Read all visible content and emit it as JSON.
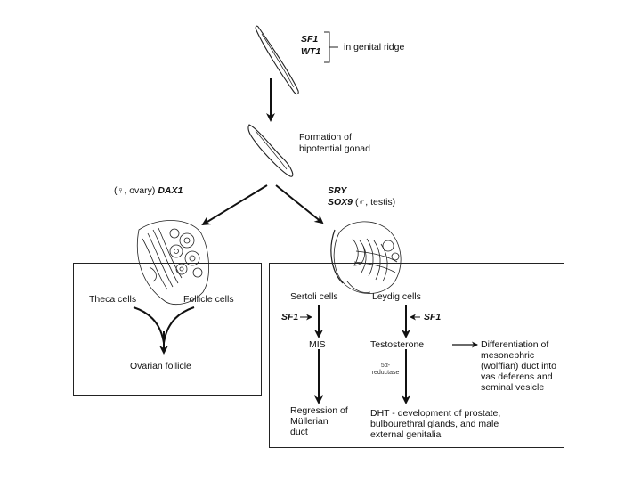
{
  "top": {
    "gene_1": "SF1",
    "gene_2": "WT1",
    "bracket_label": "in genital ridge"
  },
  "bipotential": {
    "line_1": "Formation of",
    "line_2": "bipotential gonad"
  },
  "female_branch": {
    "label_prefix": "(♀, ovary)",
    "gene": "DAX1",
    "theca": "Theca cells",
    "follicle": "Follicle cells",
    "result": "Ovarian follicle"
  },
  "male_branch": {
    "gene_1": "SRY",
    "gene_2": "SOX9",
    "gene_2_suffix": "(♂, testis)",
    "sertoli": "Sertoli cells",
    "leydig": "Leydig cells",
    "sf1_left": "SF1",
    "sf1_right": "SF1",
    "mis": "MIS",
    "testosterone": "Testosterone",
    "differentiation": [
      "Differentiation of",
      "mesonephric",
      "(wolffian) duct into",
      "vas deferens and",
      "seminal vesicle"
    ],
    "enzyme": [
      "5α-",
      "reductase"
    ],
    "regression": [
      "Regression of",
      "Müllerian",
      "duct"
    ],
    "dht": [
      "DHT - development of prostate,",
      "bulbourethral glands, and male",
      "external genitalia"
    ]
  }
}
